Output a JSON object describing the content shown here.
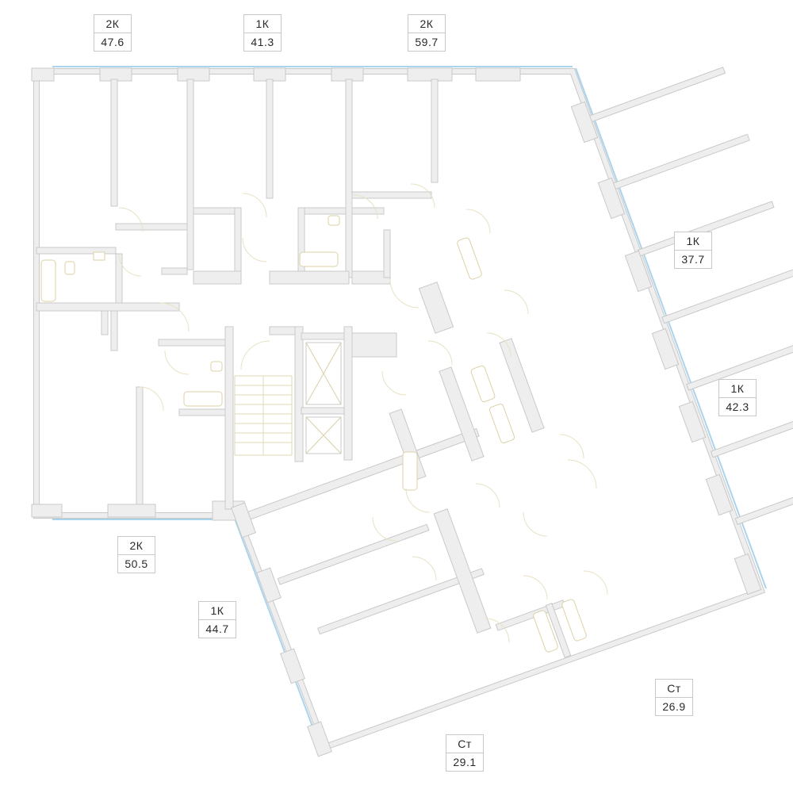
{
  "apartments": [
    {
      "type": "2К",
      "area": "47.6"
    },
    {
      "type": "1К",
      "area": "41.3"
    },
    {
      "type": "2К",
      "area": "59.7"
    },
    {
      "type": "1К",
      "area": "37.7"
    },
    {
      "type": "1К",
      "area": "42.3"
    },
    {
      "type": "2К",
      "area": "50.5"
    },
    {
      "type": "1К",
      "area": "44.7"
    },
    {
      "type": "Ст",
      "area": "26.9"
    },
    {
      "type": "Ст",
      "area": "29.1"
    }
  ]
}
